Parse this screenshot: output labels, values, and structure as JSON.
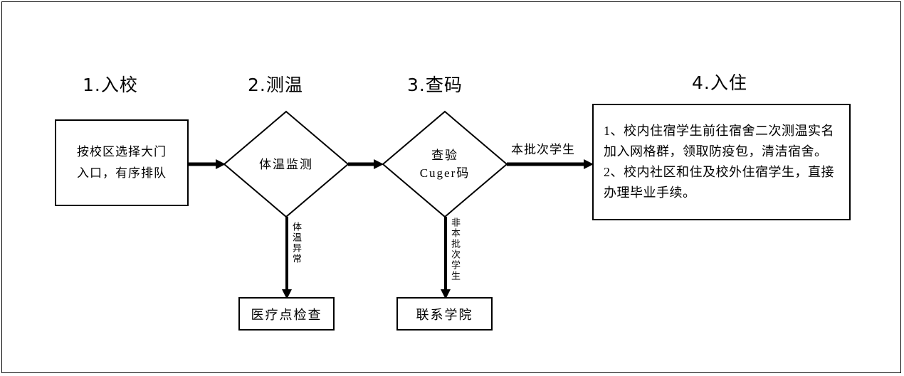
{
  "diagram": {
    "title_ids": [
      "1",
      "2",
      "3",
      "4"
    ],
    "steps": [
      {
        "heading": "1.入校",
        "node_text": "按校区选择大门\n入口，有序排队",
        "shape": "process"
      },
      {
        "heading": "2.测温",
        "node_text": "体温监测",
        "shape": "decision"
      },
      {
        "heading": "3.查码",
        "node_line1": "查验",
        "node_line2": "Cuger码",
        "shape": "decision"
      },
      {
        "heading": "4.入住",
        "node_text": "1、校内住宿学生前往宿舍二次测温实名加入网格群，领取防疫包，清洁宿舍。\n2、校内社区和住及校外住宿学生，直接办理毕业手续。",
        "shape": "process"
      }
    ],
    "branch_nodes": [
      {
        "label": "医疗点检查"
      },
      {
        "label": "联系学院"
      }
    ],
    "edge_labels": {
      "temp_abnormal": "体温异常",
      "not_this_batch": "非本批次学生",
      "this_batch": "本批次学生"
    },
    "colors": {
      "stroke": "#000000",
      "background": "#ffffff"
    }
  }
}
